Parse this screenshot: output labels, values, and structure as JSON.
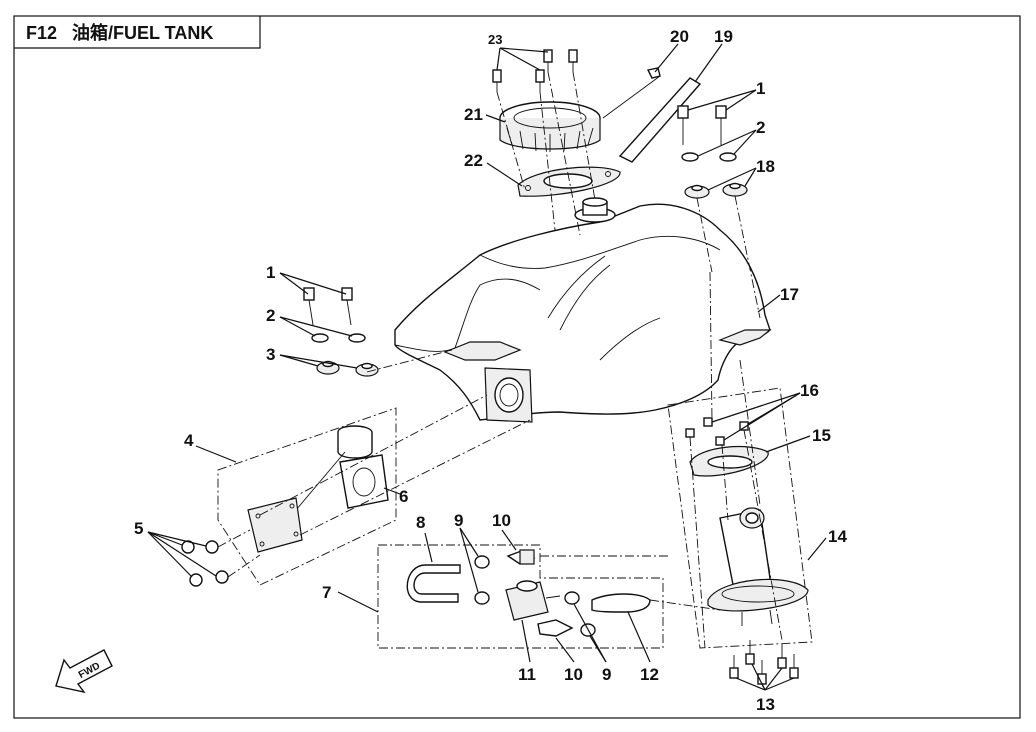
{
  "title": {
    "code": "F12",
    "name": "油箱/FUEL TANK"
  },
  "fwd_label": "FWD",
  "callouts": {
    "c1a": "1",
    "c1b": "1",
    "c2a": "2",
    "c2b": "2",
    "c3": "3",
    "c4": "4",
    "c5": "5",
    "c6": "6",
    "c7": "7",
    "c8": "8",
    "c9a": "9",
    "c9b": "9",
    "c10a": "10",
    "c10b": "10",
    "c11": "11",
    "c12": "12",
    "c13": "13",
    "c14": "14",
    "c15": "15",
    "c16": "16",
    "c17": "17",
    "c18": "18",
    "c19": "19",
    "c20": "20",
    "c21": "21",
    "c22": "22",
    "c23": "23"
  }
}
